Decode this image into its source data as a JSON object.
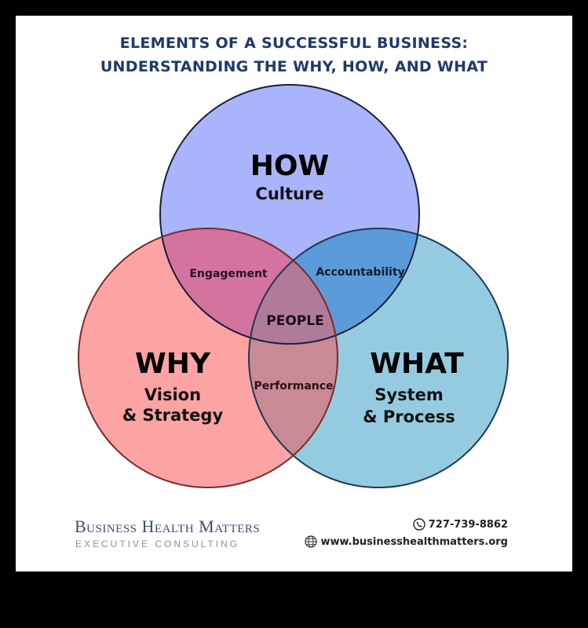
{
  "header": {
    "title_line1": "ELEMENTS OF A SUCCESSFUL BUSINESS:",
    "title_line2": "UNDERSTANDING THE WHY, HOW, AND WHAT"
  },
  "venn": {
    "circles": [
      {
        "id": "how",
        "heading": "HOW",
        "subtitle_line1": "Culture",
        "subtitle_line2": "",
        "color": "#aab4fb"
      },
      {
        "id": "why",
        "heading": "WHY",
        "subtitle_line1": "Vision",
        "subtitle_line2": "& Strategy",
        "color": "#fca3a3"
      },
      {
        "id": "what",
        "heading": "WHAT",
        "subtitle_line1": "System",
        "subtitle_line2": "& Process",
        "color": "#94cbe0"
      }
    ],
    "intersections": {
      "how_why": "Engagement",
      "how_what": "Accountability",
      "why_what": "Performance",
      "center": "PEOPLE"
    },
    "overlap_colors": {
      "how_why": "#d4739f",
      "how_what": "#5b9bd9",
      "why_what": "#c98a96",
      "center": "#b07b99"
    }
  },
  "footer": {
    "brand_name": "Business Health Matters",
    "brand_tagline": "EXECUTIVE CONSULTING",
    "phone": "727-739-8862",
    "website": "www.businesshealthmatters.org",
    "phone_icon": "phone-icon",
    "web_icon": "globe-icon"
  }
}
